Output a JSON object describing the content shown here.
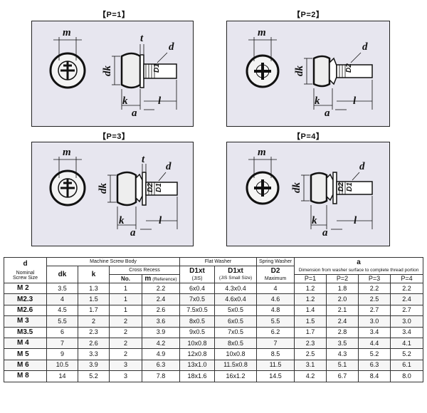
{
  "panels": [
    {
      "title": "【P=1】",
      "labels": {
        "m": "m",
        "t": "t",
        "d": "d",
        "dk": "dk",
        "D1": "D1",
        "k": "k",
        "a": "a",
        "l": "l"
      }
    },
    {
      "title": "【P=2】",
      "labels": {
        "m": "m",
        "d": "d",
        "dk": "dk",
        "D2": "D2",
        "k": "k",
        "a": "a",
        "l": "l"
      }
    },
    {
      "title": "【P=3】",
      "labels": {
        "m": "m",
        "t": "t",
        "d": "d",
        "dk": "dk",
        "D1": "D1",
        "D2": "D2",
        "k": "k",
        "a": "a",
        "l": "l"
      }
    },
    {
      "title": "【P=4】",
      "labels": {
        "m": "m",
        "d": "d",
        "dk": "dk",
        "D1": "D1",
        "D2": "D2",
        "k": "k",
        "a": "a",
        "l": "l"
      }
    }
  ],
  "table": {
    "header": {
      "d": "d",
      "nominal": "Nominal",
      "screw_size": "Screw Size",
      "machine_screw_body": "Machine Screw Body",
      "dk": "dk",
      "k": "k",
      "cross_recess": "Cross Recess",
      "no": "No.",
      "m": "m",
      "m_ref": "(Reference)",
      "flat_washer": "Flat Washer",
      "d1xt_jis_main": "D1xt",
      "d1xt_jis_sub": "(JIS)",
      "d1xt_small_main": "D1xt",
      "d1xt_small_sub": "(JIS Small Size)",
      "spring_washer": "Spring Washer",
      "d2": "D2",
      "maximum": "Maximum",
      "a": "a",
      "a_desc": "Dimension from washer surface to complete thread portion",
      "p1": "P=1",
      "p2": "P=2",
      "p3": "P=3",
      "p4": "P=4"
    },
    "rows": [
      [
        "M 2",
        "3.5",
        "1.3",
        "1",
        "2.2",
        "6x0.4",
        "4.3x0.4",
        "4",
        "1.2",
        "1.8",
        "2.2",
        "2.2"
      ],
      [
        "M2.3",
        "4",
        "1.5",
        "1",
        "2.4",
        "7x0.5",
        "4.6x0.4",
        "4.6",
        "1.2",
        "2.0",
        "2.5",
        "2.4"
      ],
      [
        "M2.6",
        "4.5",
        "1.7",
        "1",
        "2.6",
        "7.5x0.5",
        "5x0.5",
        "4.8",
        "1.4",
        "2.1",
        "2.7",
        "2.7"
      ],
      [
        "M 3",
        "5.5",
        "2",
        "2",
        "3.6",
        "8x0.5",
        "6x0.5",
        "5.5",
        "1.5",
        "2.4",
        "3.0",
        "3.0"
      ],
      [
        "M3.5",
        "6",
        "2.3",
        "2",
        "3.9",
        "9x0.5",
        "7x0.5",
        "6.2",
        "1.7",
        "2.8",
        "3.4",
        "3.4"
      ],
      [
        "M 4",
        "7",
        "2.6",
        "2",
        "4.2",
        "10x0.8",
        "8x0.5",
        "7",
        "2.3",
        "3.5",
        "4.4",
        "4.1"
      ],
      [
        "M 5",
        "9",
        "3.3",
        "2",
        "4.9",
        "12x0.8",
        "10x0.8",
        "8.5",
        "2.5",
        "4.3",
        "5.2",
        "5.2"
      ],
      [
        "M 6",
        "10.5",
        "3.9",
        "3",
        "6.3",
        "13x1.0",
        "11.5x0.8",
        "11.5",
        "3.1",
        "5.1",
        "6.3",
        "6.1"
      ],
      [
        "M 8",
        "14",
        "5.2",
        "3",
        "7.8",
        "18x1.6",
        "16x1.2",
        "14.5",
        "4.2",
        "6.7",
        "8.4",
        "8.0"
      ]
    ]
  }
}
